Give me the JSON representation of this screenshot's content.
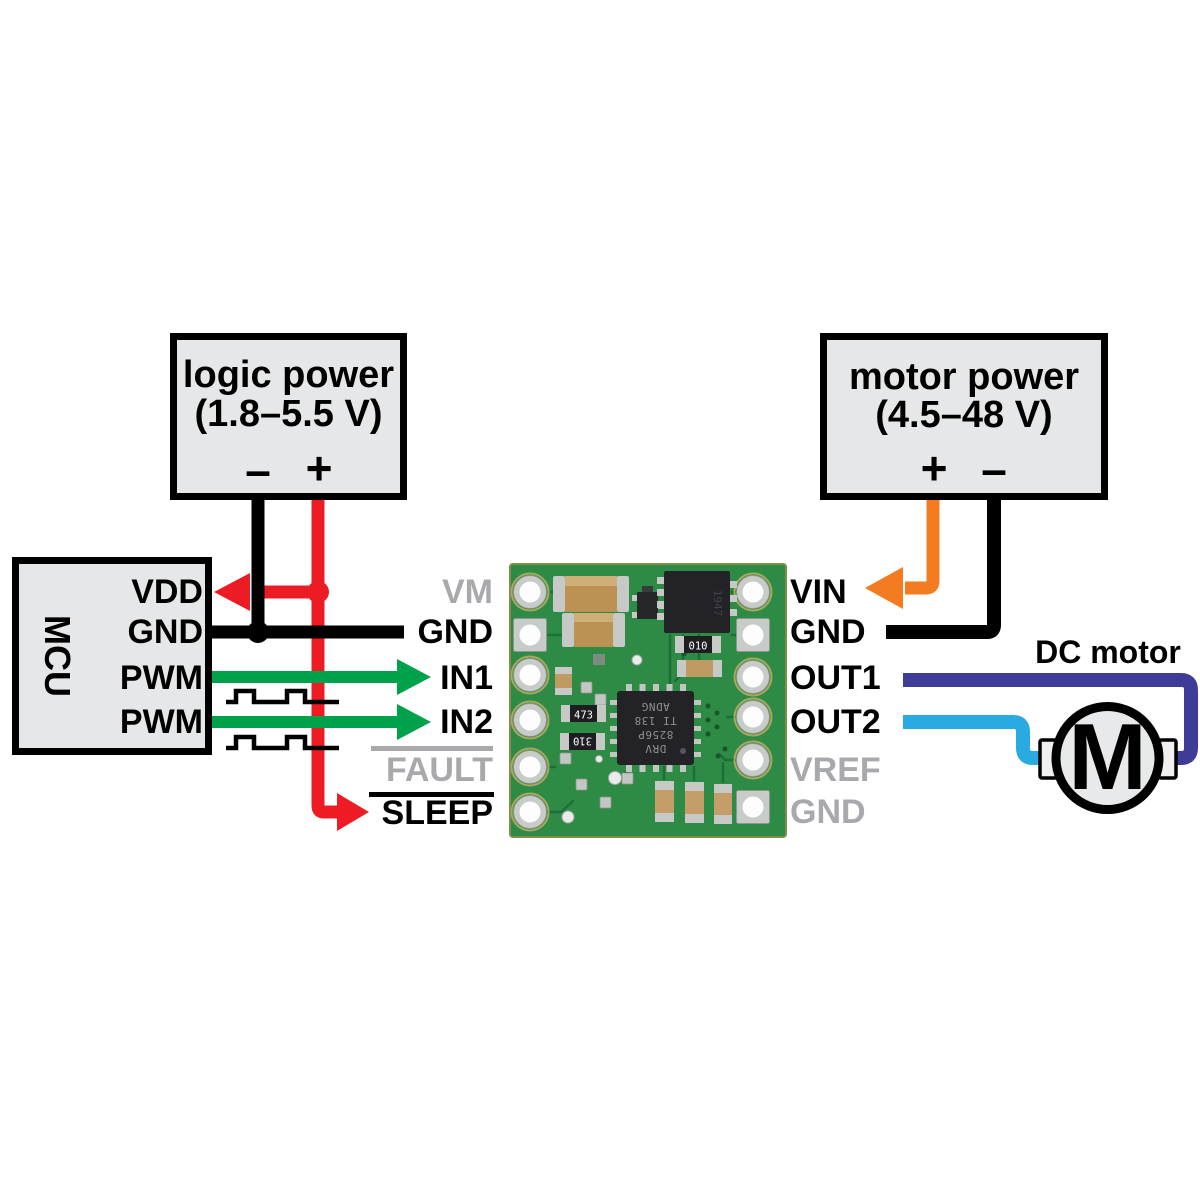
{
  "colors": {
    "red": "#ed1c24",
    "green": "#00a14b",
    "orange": "#f47c20",
    "navy": "#3e3c96",
    "sky": "#29abe2",
    "wire_black": "#000000",
    "gray": "#a7a9ac",
    "box_fill": "#e6e7e8",
    "board_green": "#2e8b45"
  },
  "logic_power": {
    "line1": "logic power",
    "line2": "(1.8–5.5 V)",
    "minus": "–",
    "plus": "+"
  },
  "motor_power": {
    "line1": "motor power",
    "line2": "(4.5–48 V)",
    "plus": "+",
    "minus": "–"
  },
  "mcu": {
    "label": "MCU",
    "pins": [
      {
        "label": "VDD"
      },
      {
        "label": "GND"
      },
      {
        "label": "PWM"
      },
      {
        "label": "PWM"
      }
    ]
  },
  "driver": {
    "left_pins": [
      {
        "label": "VM"
      },
      {
        "label": "GND"
      },
      {
        "label": "IN1"
      },
      {
        "label": "IN2"
      },
      {
        "label": "FAULT"
      },
      {
        "label": "SLEEP"
      }
    ],
    "right_pins": [
      {
        "label": "VIN"
      },
      {
        "label": "GND"
      },
      {
        "label": "OUT1"
      },
      {
        "label": "OUT2"
      },
      {
        "label": "VREF"
      },
      {
        "label": "GND"
      }
    ],
    "ic_marking": [
      "DRV",
      "8256P",
      "TI 138",
      "ADNG"
    ],
    "aux_ic_marking": "1947",
    "resistor_markings": [
      "010",
      "473",
      "310"
    ]
  },
  "motor": {
    "label": "DC motor",
    "symbol": "M"
  }
}
